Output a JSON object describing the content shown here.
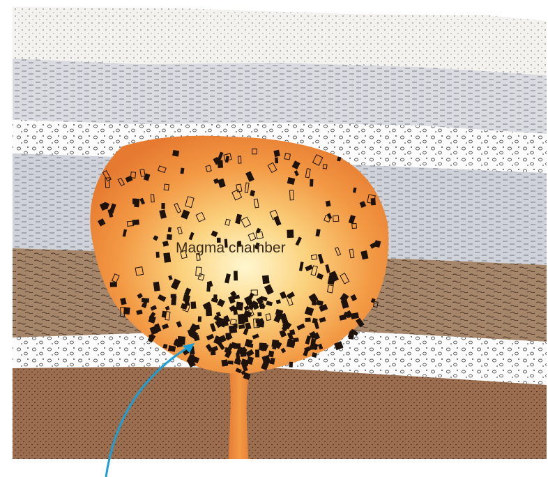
{
  "diagram": {
    "chamber_label": "Magma chamber",
    "colors": {
      "background": "#ffffff",
      "sandstone_fill": "#f4f2ee",
      "gray_layer": "#d9dbe0",
      "dark_gray_layer": "#bfc3ca",
      "white_layer": "#fbfbfb",
      "brown_layer": "#a6866a",
      "dark_brown_layer": "#9b6e4f",
      "magma_core": "#fff6c8",
      "magma_mid": "#f7b35a",
      "magma_edge": "#e8843a",
      "crystal_dark": "#1e120c",
      "arrow": "#1a9fd6"
    },
    "layers": [
      "sandstone-top",
      "gray-shale",
      "conglomerate-upper",
      "gray-shale-lower",
      "brown-shale",
      "conglomerate-lower",
      "brown-bedrock"
    ]
  }
}
